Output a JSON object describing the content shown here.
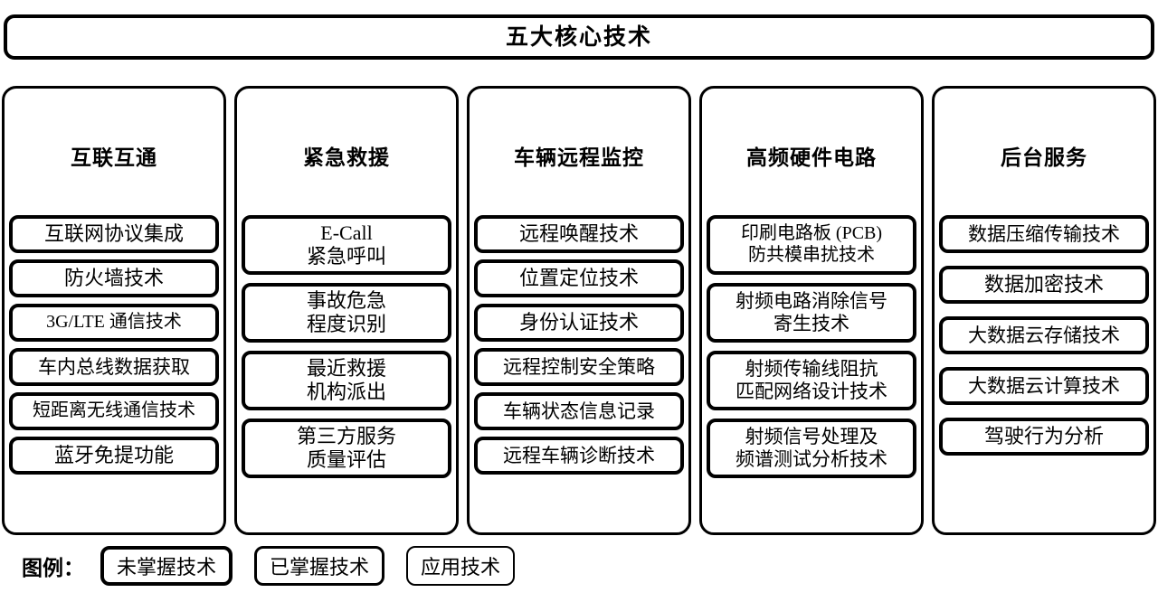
{
  "title": "五大核心技术",
  "columns": [
    {
      "header": "互联互通",
      "spacing": "tight",
      "items": [
        {
          "lines": [
            "互联网协议集成"
          ],
          "level": "unmastered"
        },
        {
          "lines": [
            "防火墙技术"
          ],
          "level": "unmastered"
        },
        {
          "lines": [
            "3G/LTE 通信技术"
          ],
          "level": "unmastered"
        },
        {
          "lines": [
            "车内总线数据获取"
          ],
          "level": "unmastered"
        },
        {
          "lines": [
            "短距离无线通信技术"
          ],
          "level": "unmastered"
        },
        {
          "lines": [
            "蓝牙免提功能"
          ],
          "level": "unmastered"
        }
      ]
    },
    {
      "header": "紧急救援",
      "spacing": "mid",
      "items": [
        {
          "lines": [
            "E-Call",
            "紧急呼叫"
          ],
          "level": "unmastered"
        },
        {
          "lines": [
            "事故危急",
            "程度识别"
          ],
          "level": "unmastered"
        },
        {
          "lines": [
            "最近救援",
            "机构派出"
          ],
          "level": "unmastered"
        },
        {
          "lines": [
            "第三方服务",
            "质量评估"
          ],
          "level": "unmastered"
        }
      ]
    },
    {
      "header": "车辆远程监控",
      "spacing": "tight",
      "items": [
        {
          "lines": [
            "远程唤醒技术"
          ],
          "level": "unmastered"
        },
        {
          "lines": [
            "位置定位技术"
          ],
          "level": "unmastered"
        },
        {
          "lines": [
            "身份认证技术"
          ],
          "level": "unmastered"
        },
        {
          "lines": [
            "远程控制安全策略"
          ],
          "level": "unmastered"
        },
        {
          "lines": [
            "车辆状态信息记录"
          ],
          "level": "unmastered"
        },
        {
          "lines": [
            "远程车辆诊断技术"
          ],
          "level": "unmastered"
        }
      ]
    },
    {
      "header": "高频硬件电路",
      "spacing": "mid",
      "items": [
        {
          "lines": [
            "印刷电路板 (PCB)",
            "防共模串扰技术"
          ],
          "level": "unmastered"
        },
        {
          "lines": [
            "射频电路消除信号",
            "寄生技术"
          ],
          "level": "unmastered"
        },
        {
          "lines": [
            "射频传输线阻抗",
            "匹配网络设计技术"
          ],
          "level": "unmastered"
        },
        {
          "lines": [
            "射频信号处理及",
            "频谱测试分析技术"
          ],
          "level": "unmastered"
        }
      ]
    },
    {
      "header": "后台服务",
      "spacing": "wide",
      "items": [
        {
          "lines": [
            "数据压缩传输技术"
          ],
          "level": "unmastered"
        },
        {
          "lines": [
            "数据加密技术"
          ],
          "level": "unmastered"
        },
        {
          "lines": [
            "大数据云存储技术"
          ],
          "level": "unmastered"
        },
        {
          "lines": [
            "大数据云计算技术"
          ],
          "level": "unmastered"
        },
        {
          "lines": [
            "驾驶行为分析"
          ],
          "level": "unmastered"
        }
      ]
    }
  ],
  "legend": {
    "label": "图例：",
    "entries": [
      {
        "text": "未掌握技术",
        "level": "unmastered"
      },
      {
        "text": "已掌握技术",
        "level": "mastered"
      },
      {
        "text": "应用技术",
        "level": "applied"
      }
    ]
  },
  "colors": {
    "stroke": "#000000",
    "fill": "#ffffff",
    "text": "#000000"
  }
}
